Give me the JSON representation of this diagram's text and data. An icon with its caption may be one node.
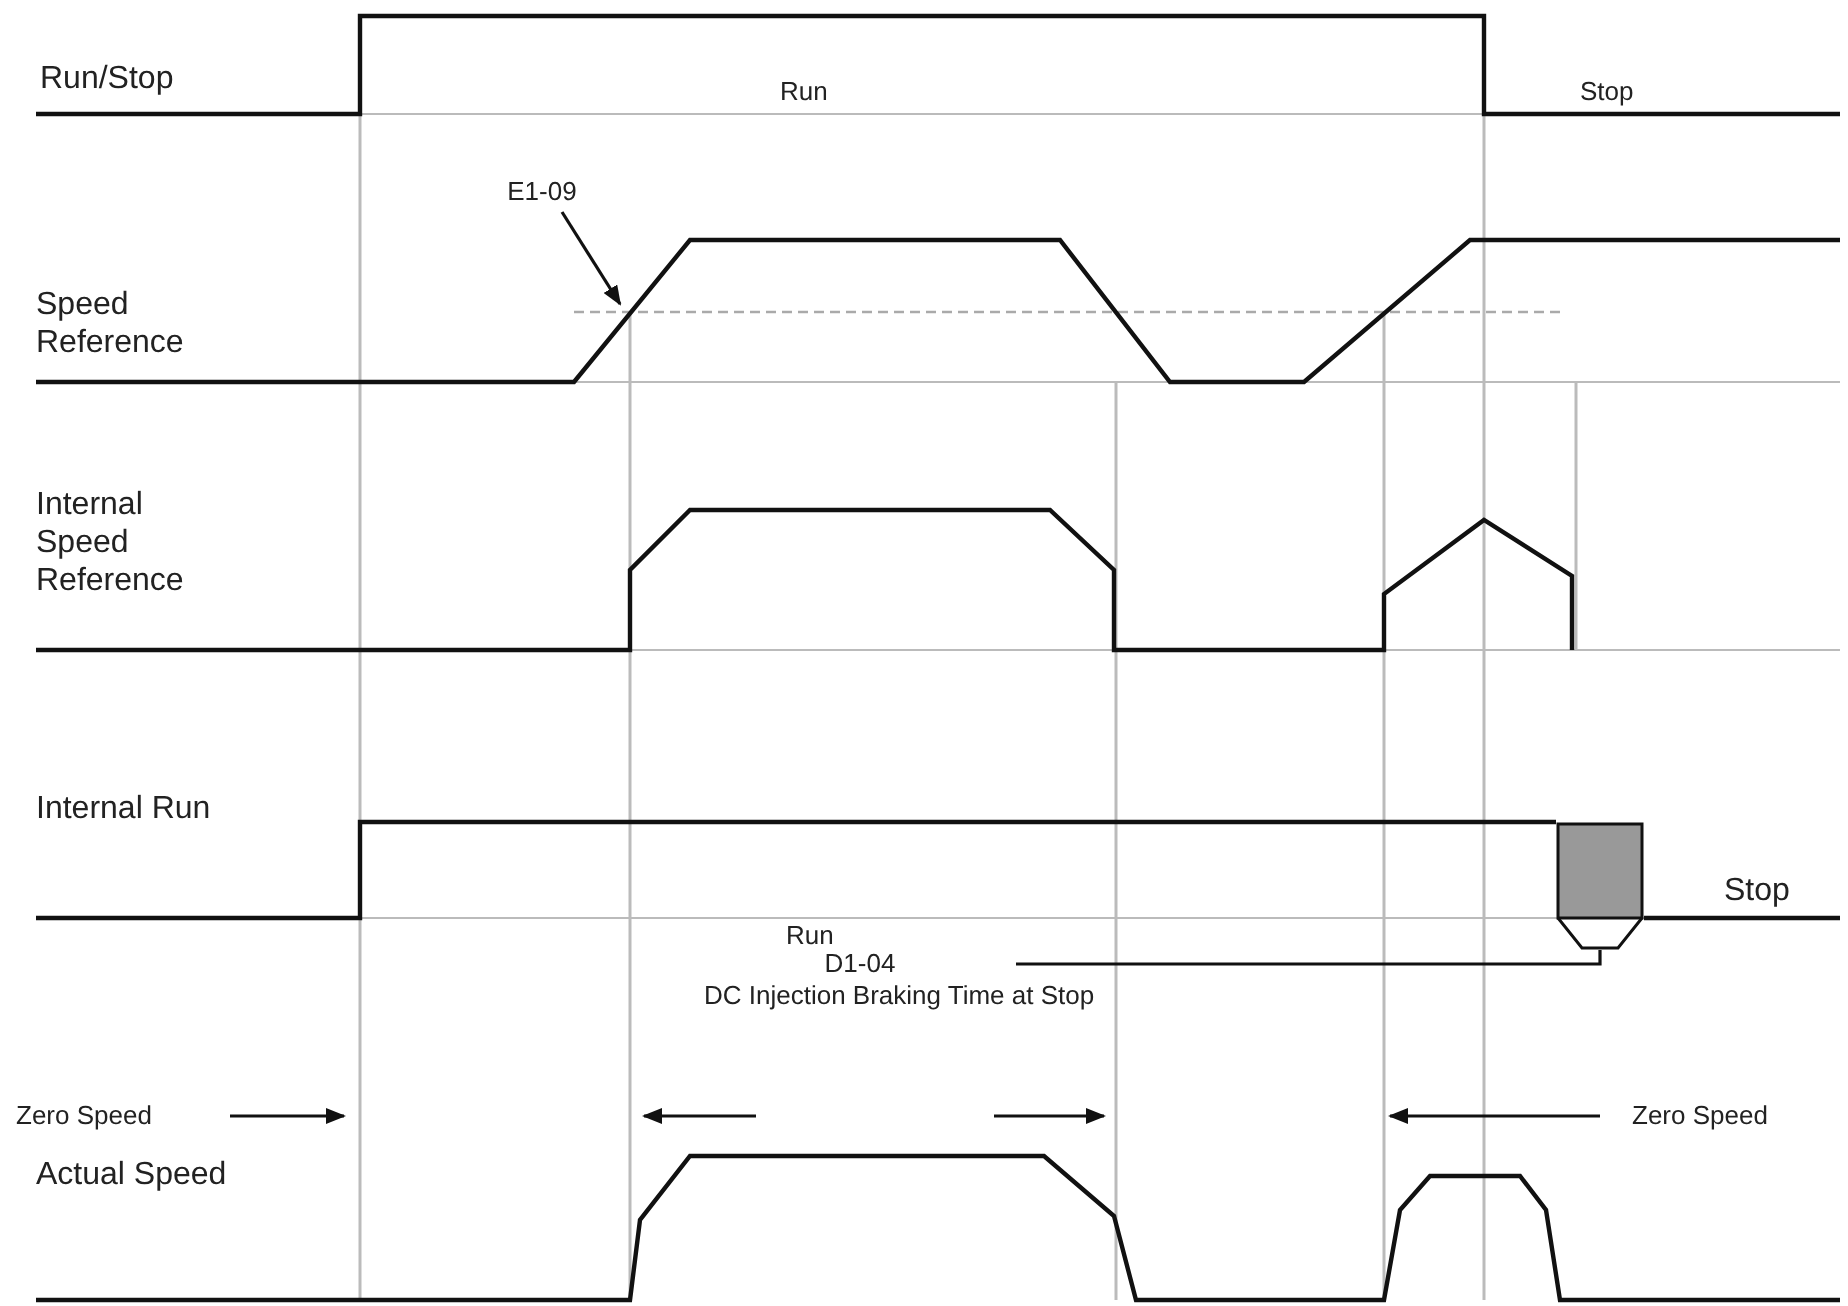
{
  "diagram": {
    "nodes": [
      {
        "text": [
          "E1-09"
        ]
      },
      {
        "text": [
          "D1-04",
          "DC Injection Braking Time at Stop"
        ]
      },
      {
        "text": [],
        "shape": "box"
      }
    ],
    "edges": [
      {
        "from": 0,
        "to": null,
        "arrow": "to"
      },
      {
        "from": 1,
        "to": 2,
        "arrow": "none"
      }
    ],
    "labels": [
      "Run/Stop",
      "Run",
      "Stop",
      "Speed Reference",
      "Internal Speed Reference",
      "Internal Run",
      "Run",
      "Stop",
      "Zero Speed",
      "Zero Speed",
      "Actual Speed"
    ]
  }
}
